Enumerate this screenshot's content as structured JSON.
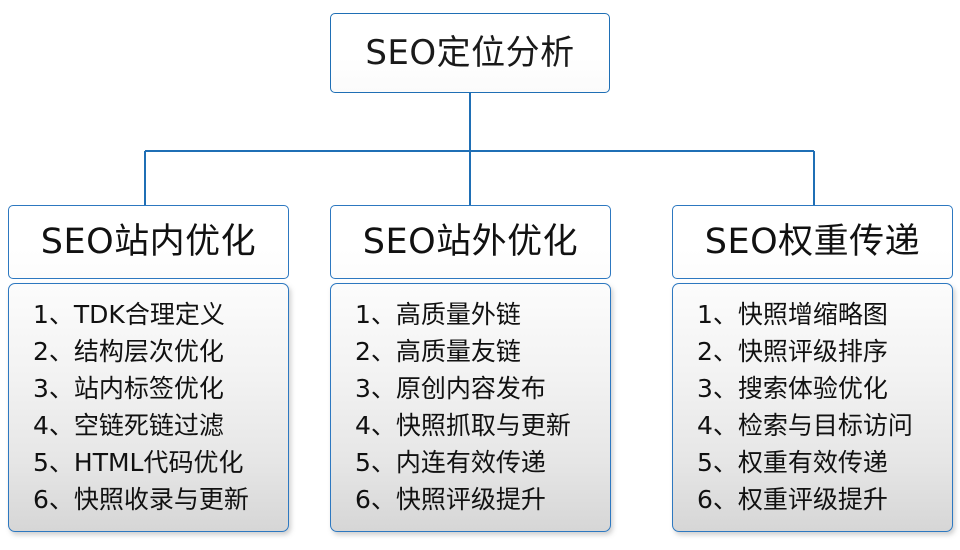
{
  "diagram": {
    "root": {
      "label": "SEO定位分析"
    },
    "columns": [
      {
        "header": "SEO站内优化",
        "items": [
          "1、TDK合理定义",
          "2、结构层次优化",
          "3、站内标签优化",
          "4、空链死链过滤",
          "5、HTML代码优化",
          "6、快照收录与更新"
        ]
      },
      {
        "header": "SEO站外优化",
        "items": [
          "1、高质量外链",
          "2、高质量友链",
          "3、原创内容发布",
          "4、快照抓取与更新",
          "5、内连有效传递",
          "6、快照评级提升"
        ]
      },
      {
        "header": "SEO权重传递",
        "items": [
          "1、快照增缩略图",
          "2、快照评级排序",
          "3、搜索体验优化",
          "4、检索与目标访问",
          "5、权重有效传递",
          "6、权重评级提升"
        ]
      }
    ],
    "colors": {
      "connector": "#1f6fb5",
      "box_border": "#2d78c0",
      "text": "#111111",
      "body_fill_top": "#fcfcfc",
      "body_fill_bottom": "#d6d6d6"
    }
  }
}
